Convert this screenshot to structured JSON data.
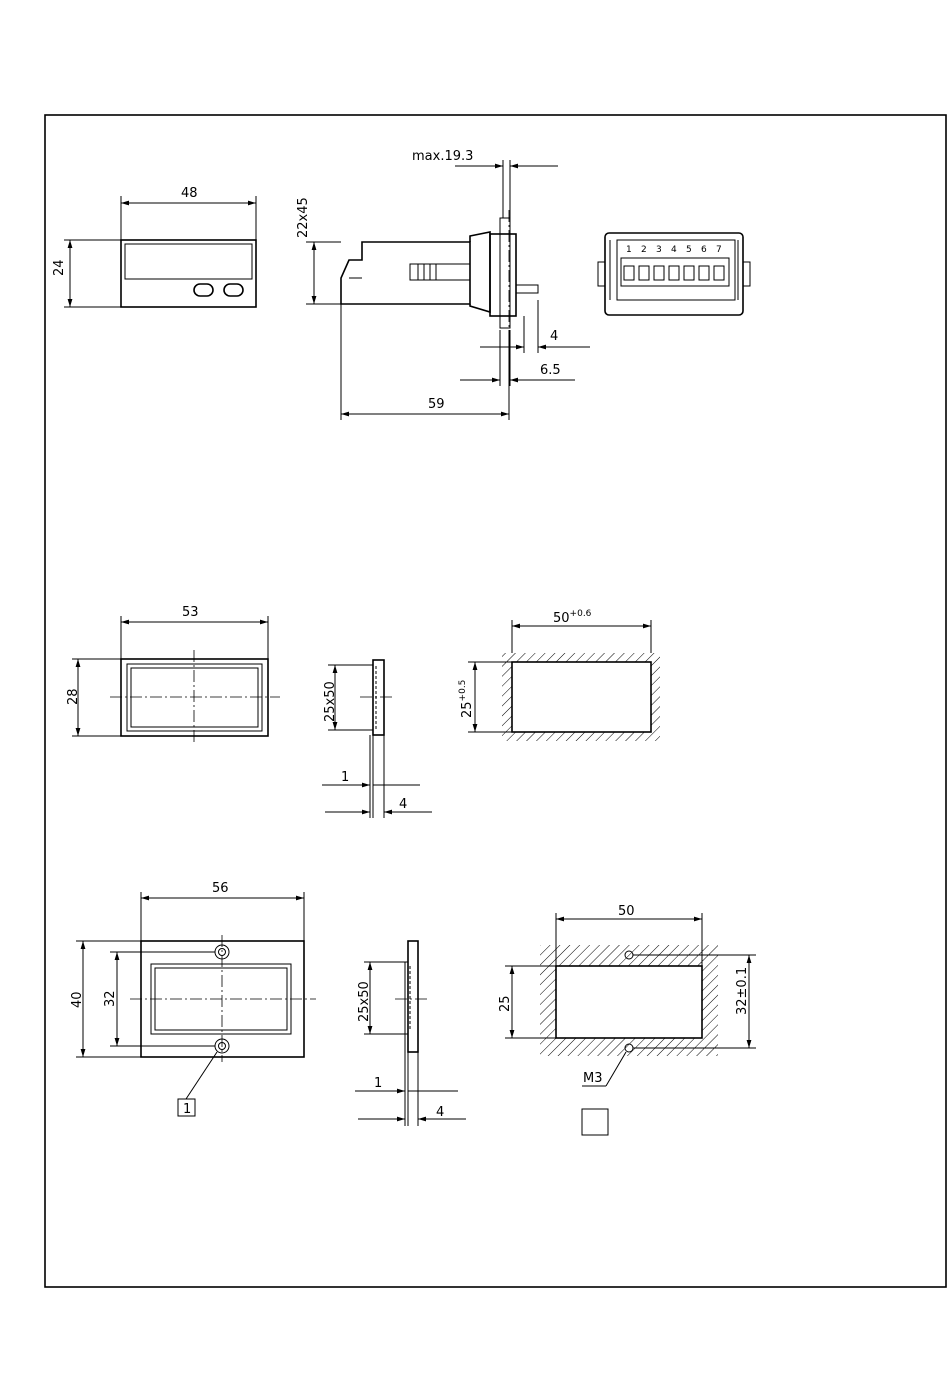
{
  "colors": {
    "ink": "#000000",
    "paper": "#ffffff"
  },
  "views": {
    "front": {
      "width": "48",
      "height": "24"
    },
    "side": {
      "max_depth": "max.19.3",
      "panel": "22x45",
      "d4": "4",
      "d65": "6.5",
      "length": "59"
    },
    "rear": {
      "terminals": [
        "1",
        "2",
        "3",
        "4",
        "5",
        "6",
        "7"
      ]
    },
    "frame_a": {
      "width": "53",
      "height": "28",
      "side_size": "25x50",
      "t1": "1",
      "t4": "4",
      "cut_w": "50",
      "cut_w_tol": "+0.6",
      "cut_h": "25",
      "cut_h_tol": "+0.5"
    },
    "frame_b": {
      "width": "56",
      "height": "40",
      "hole_pitch": "32",
      "side_size": "25x50",
      "t1": "1",
      "t4": "4",
      "cut_w": "50",
      "cut_h": "25",
      "cut_pitch": "32±0.1",
      "screw": "M3",
      "callout": "1"
    }
  }
}
